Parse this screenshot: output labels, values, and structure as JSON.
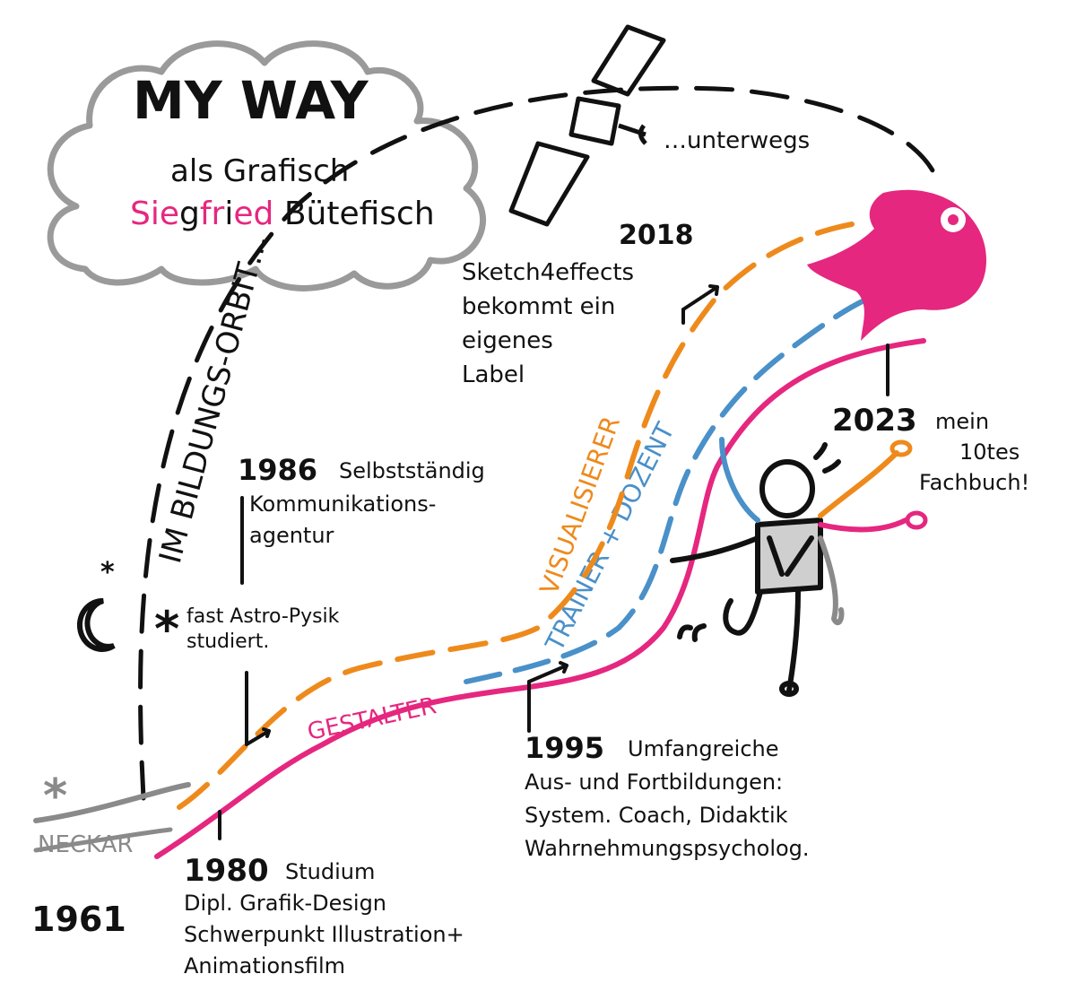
{
  "title": {
    "main": "MY WAY",
    "line1": "als Grafisch",
    "name_first_pink1": "Sie",
    "name_first_black1": "g",
    "name_first_pink2": "fr",
    "name_first_black2": "i",
    "name_first_pink3": "ed",
    "name_last": "Bütefisch"
  },
  "labels": {
    "unterwegs": "…unterwegs",
    "orbit": "IM BILDUNGS-ORBIT…",
    "neckar": "NECKAR",
    "gestalter": "GESTALTER",
    "trainer": "TRAINER + DOZENT",
    "visualisierer": "VISUALISIERER"
  },
  "events": {
    "e1961": {
      "year": "1961"
    },
    "e1980": {
      "year": "1980",
      "line1": "Studium",
      "line2": "Dipl. Grafik-Design",
      "line3": "Schwerpunkt Illustration+",
      "line4": "Animationsfilm"
    },
    "astro": {
      "line1": "fast Astro-Pysik",
      "line2": "studiert."
    },
    "e1986": {
      "year": "1986",
      "line1": "Selbstständig",
      "line2": "Kommunikations-",
      "line3": "agentur"
    },
    "e1995": {
      "year": "1995",
      "line1": "Umfangreiche",
      "line2": "Aus- und Fortbildungen:",
      "line3": "System. Coach, Didaktik",
      "line4": "Wahrnehmungspsycholog."
    },
    "e2018": {
      "year": "2018",
      "line1": "Sketch4effects",
      "line2": "bekommt ein",
      "line3": "eigenes",
      "line4": "Label"
    },
    "e2023": {
      "year": "2023",
      "line1": "mein",
      "line2": "10tes",
      "line3": "Fachbuch!"
    }
  },
  "colors": {
    "pink": "#e5277f",
    "orange": "#ee8a1c",
    "blue": "#4a90c9",
    "gray": "#8a8a8a",
    "ink": "#111111"
  }
}
